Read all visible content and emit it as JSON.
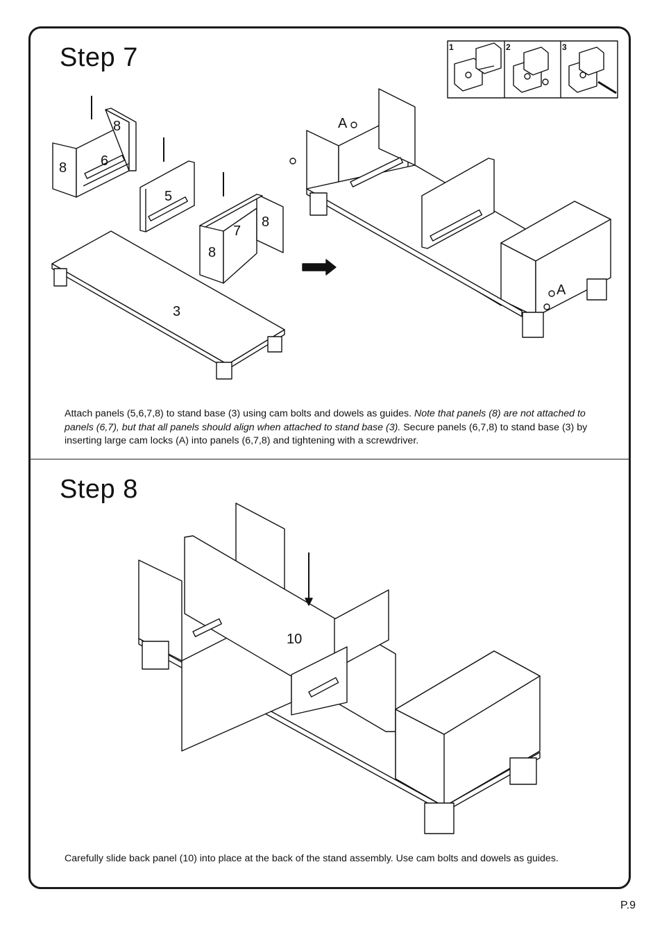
{
  "step7": {
    "title": "Step  7",
    "inset_numbers": [
      "1",
      "2",
      "3"
    ],
    "part_labels": {
      "p6": "6",
      "p8a": "8",
      "p8b": "8",
      "p5": "5",
      "p7": "7",
      "p8c": "8",
      "p8d": "8",
      "p3": "3",
      "camA1": "A",
      "camA2": "A"
    },
    "caption_part1": "Attach panels (5,6,7,8) to stand base (3) using cam bolts and dowels as guides. ",
    "caption_italic": "Note that panels (8) are not attached to panels (6,7), but that all panels should align when attached to stand base (3).",
    "caption_part2": " Secure panels (6,7,8) to stand base (3) by inserting large cam locks (A) into panels (6,7,8) and tightening with a screwdriver."
  },
  "step8": {
    "title": "Step  8",
    "part_labels": {
      "p10": "10"
    },
    "caption": "Carefully slide back panel (10) into place at the back of the stand assembly. Use cam bolts and dowels as guides."
  },
  "page_number": "P.9"
}
